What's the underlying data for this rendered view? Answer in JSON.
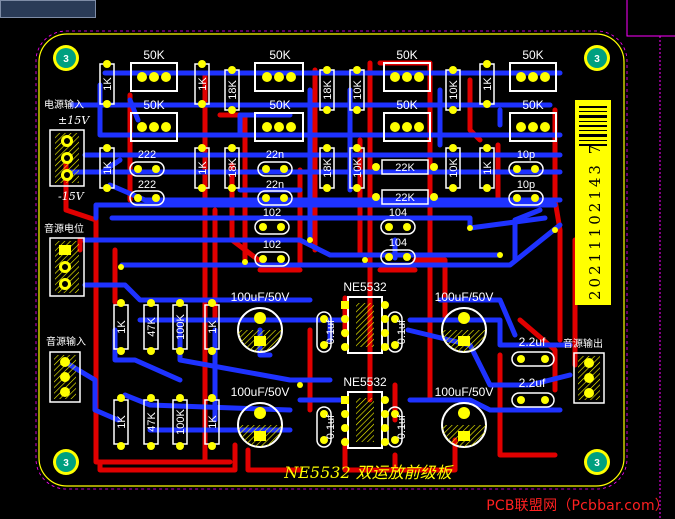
{
  "board": {
    "title": "NE5532 双运放前级板",
    "serial": "20211102143 7",
    "watermark": "PCB联盟网（Pcbbar.com）"
  },
  "colors": {
    "board": "#000000",
    "outline": "#ffff00",
    "pad_yellow": "#ffff00",
    "top_copper": "#e00000",
    "bottom_copper": "#1e32ff",
    "silkscreen": "#ffffff",
    "mount_hole": "#00a080",
    "pink_frame": "#ff00ff"
  },
  "labels": {
    "power_in": "电源输入",
    "power_volt": "±15V",
    "minus15": "-15V",
    "audio_pot": "音源电位",
    "audio_in": "音源输入",
    "audio_out": "音源输出",
    "hole": "3"
  },
  "components": {
    "pot": "50K",
    "r_1k": "1K",
    "r_18k": "18K",
    "r_10k": "10K",
    "r_22k": "22K",
    "r_47k": "47K",
    "r_100k": "100K",
    "c_222": "222",
    "c_22n": "22n",
    "c_102": "102",
    "c_104": "104",
    "c_10p": "10p",
    "c_01uf": "0.1uf",
    "c_22uf": "2.2uf",
    "ecap": "100uF/50V",
    "opamp": "NE5532"
  }
}
